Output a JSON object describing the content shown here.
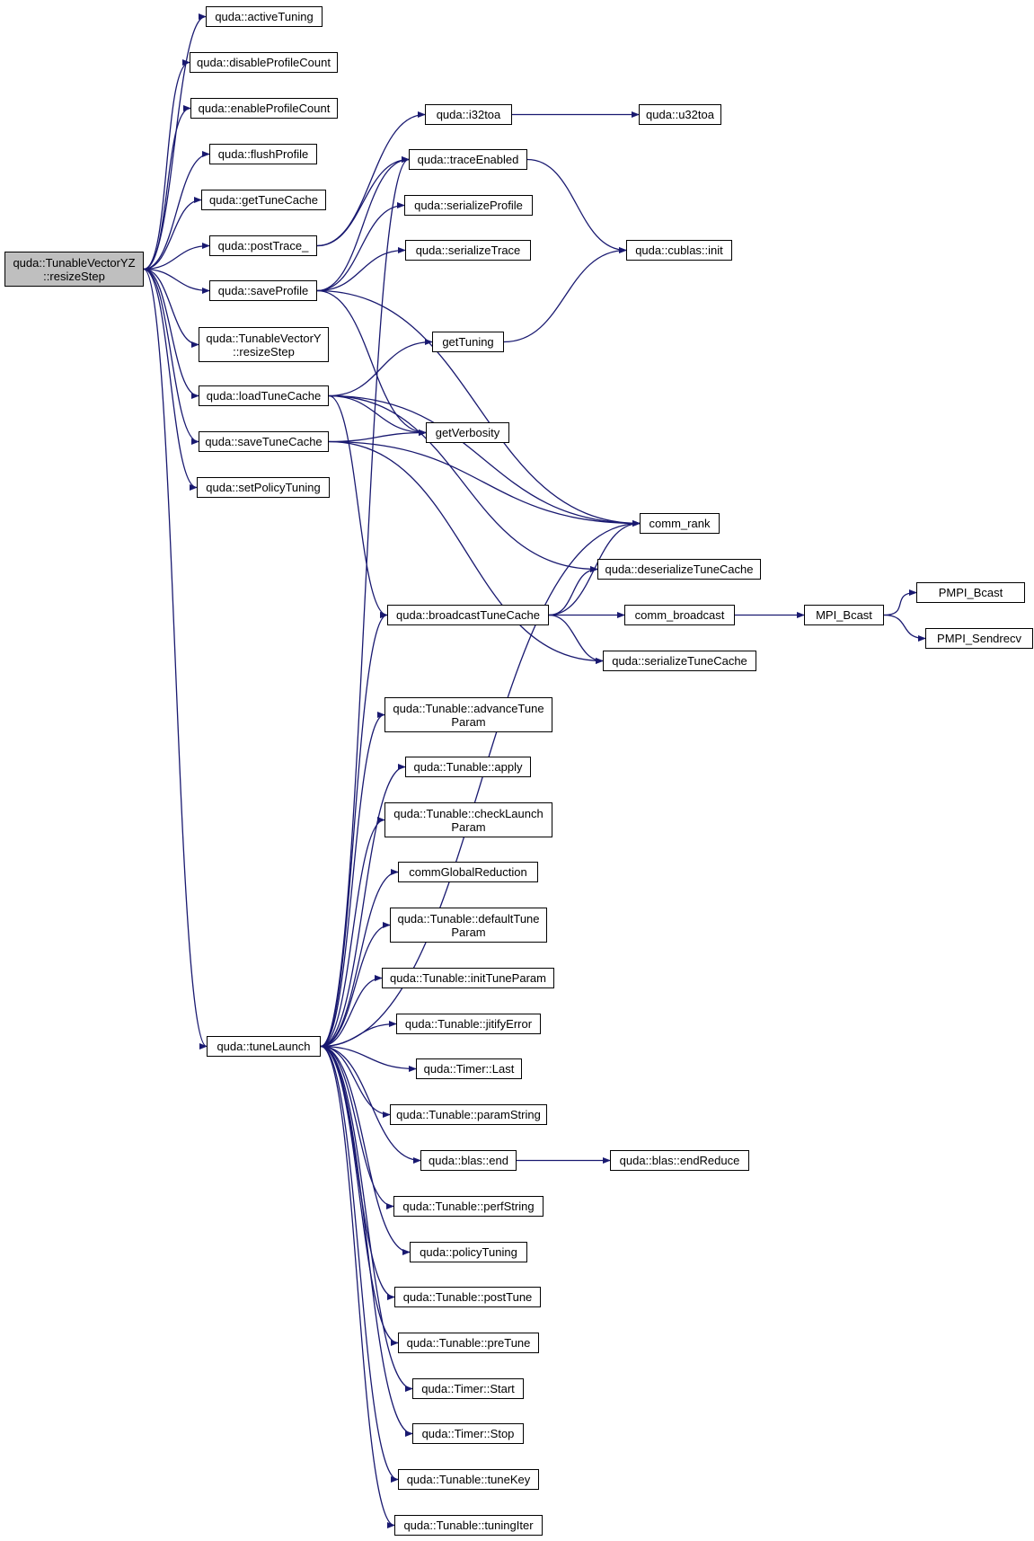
{
  "colors": {
    "edge": "#191970",
    "node_border": "#000000",
    "root_fill": "#bfbfbf",
    "node_fill": "#ffffff"
  },
  "nodes": [
    {
      "id": "root",
      "label": "quda::TunableVectorYZ\n::resizeStep"
    },
    {
      "id": "activeTuning",
      "label": "quda::activeTuning"
    },
    {
      "id": "disableProfileCount",
      "label": "quda::disableProfileCount"
    },
    {
      "id": "enableProfileCount",
      "label": "quda::enableProfileCount"
    },
    {
      "id": "flushProfile",
      "label": "quda::flushProfile"
    },
    {
      "id": "getTuneCache",
      "label": "quda::getTuneCache"
    },
    {
      "id": "postTrace",
      "label": "quda::postTrace_"
    },
    {
      "id": "saveProfile",
      "label": "quda::saveProfile"
    },
    {
      "id": "tvyResize",
      "label": "quda::TunableVectorY\n::resizeStep"
    },
    {
      "id": "loadTuneCache",
      "label": "quda::loadTuneCache"
    },
    {
      "id": "saveTuneCache",
      "label": "quda::saveTuneCache"
    },
    {
      "id": "setPolicyTuning",
      "label": "quda::setPolicyTuning"
    },
    {
      "id": "tuneLaunch",
      "label": "quda::tuneLaunch"
    },
    {
      "id": "i32toa",
      "label": "quda::i32toa"
    },
    {
      "id": "u32toa",
      "label": "quda::u32toa"
    },
    {
      "id": "traceEnabled",
      "label": "quda::traceEnabled"
    },
    {
      "id": "serializeProfile",
      "label": "quda::serializeProfile"
    },
    {
      "id": "serializeTrace",
      "label": "quda::serializeTrace"
    },
    {
      "id": "cublasInit",
      "label": "quda::cublas::init"
    },
    {
      "id": "getTuning",
      "label": "getTuning"
    },
    {
      "id": "getVerbosity",
      "label": "getVerbosity"
    },
    {
      "id": "commRank",
      "label": "comm_rank"
    },
    {
      "id": "deserializeTuneCache",
      "label": "quda::deserializeTuneCache"
    },
    {
      "id": "broadcastTuneCache",
      "label": "quda::broadcastTuneCache"
    },
    {
      "id": "commBroadcast",
      "label": "comm_broadcast"
    },
    {
      "id": "mpiBcast",
      "label": "MPI_Bcast"
    },
    {
      "id": "pmpiBcast",
      "label": "PMPI_Bcast"
    },
    {
      "id": "pmpiSendrecv",
      "label": "PMPI_Sendrecv"
    },
    {
      "id": "serializeTuneCache",
      "label": "quda::serializeTuneCache"
    },
    {
      "id": "advanceTuneParam",
      "label": "quda::Tunable::advanceTune\nParam"
    },
    {
      "id": "apply",
      "label": "quda::Tunable::apply"
    },
    {
      "id": "checkLaunchParam",
      "label": "quda::Tunable::checkLaunch\nParam"
    },
    {
      "id": "commGlobalReduction",
      "label": "commGlobalReduction"
    },
    {
      "id": "defaultTuneParam",
      "label": "quda::Tunable::defaultTune\nParam"
    },
    {
      "id": "initTuneParam",
      "label": "quda::Tunable::initTuneParam"
    },
    {
      "id": "jitifyError",
      "label": "quda::Tunable::jitifyError"
    },
    {
      "id": "timerLast",
      "label": "quda::Timer::Last"
    },
    {
      "id": "paramString",
      "label": "quda::Tunable::paramString"
    },
    {
      "id": "blasEnd",
      "label": "quda::blas::end"
    },
    {
      "id": "endReduce",
      "label": "quda::blas::endReduce"
    },
    {
      "id": "perfString",
      "label": "quda::Tunable::perfString"
    },
    {
      "id": "policyTuning",
      "label": "quda::policyTuning"
    },
    {
      "id": "postTune",
      "label": "quda::Tunable::postTune"
    },
    {
      "id": "preTune",
      "label": "quda::Tunable::preTune"
    },
    {
      "id": "timerStart",
      "label": "quda::Timer::Start"
    },
    {
      "id": "timerStop",
      "label": "quda::Timer::Stop"
    },
    {
      "id": "tuneKey",
      "label": "quda::Tunable::tuneKey"
    },
    {
      "id": "tuningIter",
      "label": "quda::Tunable::tuningIter"
    }
  ],
  "edges": [
    [
      "root",
      "activeTuning"
    ],
    [
      "root",
      "disableProfileCount"
    ],
    [
      "root",
      "enableProfileCount"
    ],
    [
      "root",
      "flushProfile"
    ],
    [
      "root",
      "getTuneCache"
    ],
    [
      "root",
      "postTrace"
    ],
    [
      "root",
      "saveProfile"
    ],
    [
      "root",
      "tvyResize"
    ],
    [
      "root",
      "loadTuneCache"
    ],
    [
      "root",
      "saveTuneCache"
    ],
    [
      "root",
      "setPolicyTuning"
    ],
    [
      "root",
      "tuneLaunch"
    ],
    [
      "postTrace",
      "i32toa"
    ],
    [
      "postTrace",
      "traceEnabled"
    ],
    [
      "i32toa",
      "u32toa"
    ],
    [
      "traceEnabled",
      "cublasInit"
    ],
    [
      "saveProfile",
      "traceEnabled"
    ],
    [
      "saveProfile",
      "serializeProfile"
    ],
    [
      "saveProfile",
      "serializeTrace"
    ],
    [
      "saveProfile",
      "getVerbosity"
    ],
    [
      "saveProfile",
      "commRank"
    ],
    [
      "getTuning",
      "cublasInit"
    ],
    [
      "loadTuneCache",
      "getTuning"
    ],
    [
      "loadTuneCache",
      "getVerbosity"
    ],
    [
      "loadTuneCache",
      "commRank"
    ],
    [
      "loadTuneCache",
      "deserializeTuneCache"
    ],
    [
      "loadTuneCache",
      "broadcastTuneCache"
    ],
    [
      "saveTuneCache",
      "getVerbosity"
    ],
    [
      "saveTuneCache",
      "commRank"
    ],
    [
      "saveTuneCache",
      "serializeTuneCache"
    ],
    [
      "broadcastTuneCache",
      "commRank"
    ],
    [
      "broadcastTuneCache",
      "deserializeTuneCache"
    ],
    [
      "broadcastTuneCache",
      "commBroadcast"
    ],
    [
      "broadcastTuneCache",
      "serializeTuneCache"
    ],
    [
      "commBroadcast",
      "mpiBcast"
    ],
    [
      "mpiBcast",
      "pmpiBcast"
    ],
    [
      "mpiBcast",
      "pmpiSendrecv"
    ],
    [
      "blasEnd",
      "endReduce"
    ],
    [
      "tuneLaunch",
      "traceEnabled"
    ],
    [
      "tuneLaunch",
      "commRank"
    ],
    [
      "tuneLaunch",
      "broadcastTuneCache"
    ],
    [
      "tuneLaunch",
      "advanceTuneParam"
    ],
    [
      "tuneLaunch",
      "apply"
    ],
    [
      "tuneLaunch",
      "checkLaunchParam"
    ],
    [
      "tuneLaunch",
      "commGlobalReduction"
    ],
    [
      "tuneLaunch",
      "defaultTuneParam"
    ],
    [
      "tuneLaunch",
      "initTuneParam"
    ],
    [
      "tuneLaunch",
      "jitifyError"
    ],
    [
      "tuneLaunch",
      "timerLast"
    ],
    [
      "tuneLaunch",
      "paramString"
    ],
    [
      "tuneLaunch",
      "blasEnd"
    ],
    [
      "tuneLaunch",
      "perfString"
    ],
    [
      "tuneLaunch",
      "policyTuning"
    ],
    [
      "tuneLaunch",
      "postTune"
    ],
    [
      "tuneLaunch",
      "preTune"
    ],
    [
      "tuneLaunch",
      "timerStart"
    ],
    [
      "tuneLaunch",
      "timerStop"
    ],
    [
      "tuneLaunch",
      "tuneKey"
    ],
    [
      "tuneLaunch",
      "tuningIter"
    ]
  ]
}
